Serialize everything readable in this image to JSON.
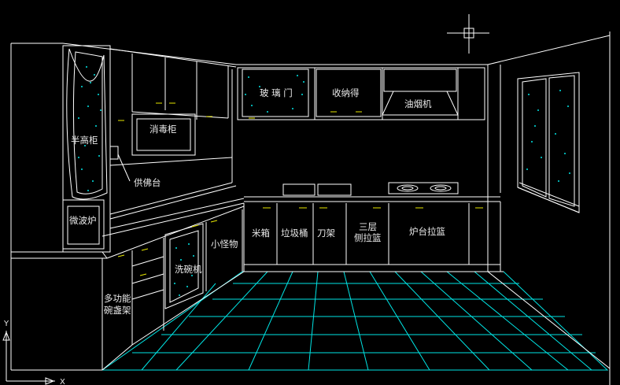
{
  "colors": {
    "background": "#000000",
    "line": "#ffffff",
    "floor": "#00e5e5",
    "glass_dots": "#00e5e5",
    "label": "#e8e8e8",
    "accent": "#e6e600"
  },
  "labels": {
    "tall_cabinet": "半高柜",
    "disinfection_cabinet": "消毒柜",
    "glass_door": "玻 璃 门",
    "storage_box": "收纳得",
    "range_hood": "油烟机",
    "altar": "供佛台",
    "microwave": "微波炉",
    "dishwasher": "洗碗机",
    "small_items": "小怪物",
    "rice_bin": "米箱",
    "trash_bin": "垃圾桶",
    "knife_rack": "刀架",
    "side_basket_line1": "三层",
    "side_basket_line2": "侧拉篮",
    "stove_basket": "炉台拉篮",
    "dish_rack_line1": "多功能",
    "dish_rack_line2": "碗盏架"
  },
  "ucs": {
    "x_label": "X",
    "y_label": "Y"
  }
}
